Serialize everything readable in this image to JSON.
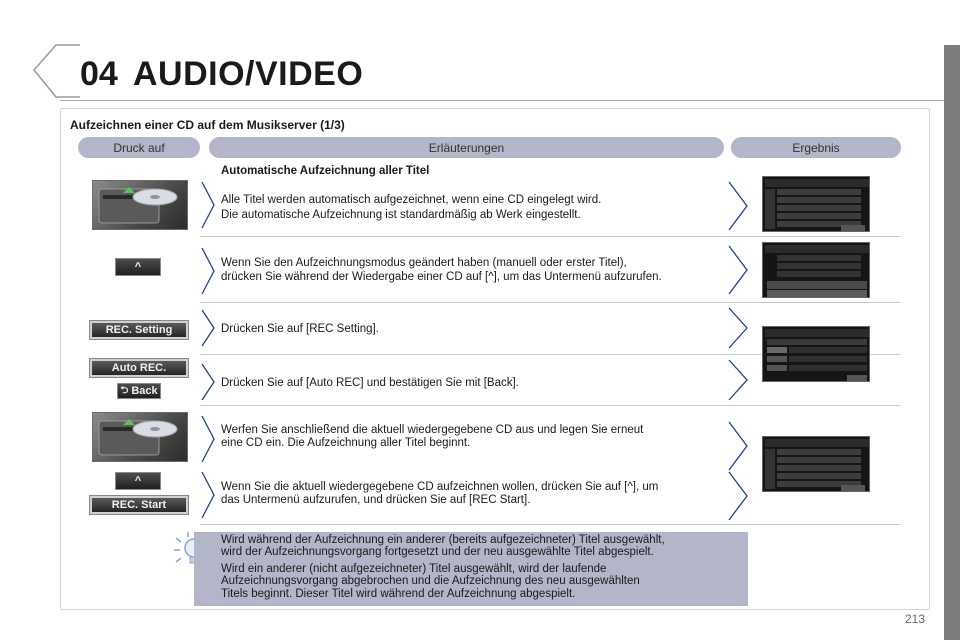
{
  "header": {
    "chapter": "04",
    "title": "AUDIO/VIDEO"
  },
  "subtitle": "Aufzeichnen einer CD auf dem Musikserver (1/3)",
  "columns": {
    "press": "Druck auf",
    "explanations": "Erläuterungen",
    "result": "Ergebnis"
  },
  "section_heading": "Automatische Aufzeichnung aller Titel",
  "rows": [
    {
      "lines": [
        "Alle Titel werden automatisch aufgezeichnet, wenn eine CD eingelegt wird.",
        "Die automatische Aufzeichnung ist standardmäßig ab Werk eingestellt."
      ]
    },
    {
      "lines": [
        "Wenn Sie den Aufzeichnungsmodus geändert haben (manuell oder erster Titel),",
        "drücken Sie während der Wiedergabe einer CD auf [^], um das Untermenü aufzurufen."
      ]
    },
    {
      "lines": [
        "Drücken Sie auf [REC Setting]."
      ]
    },
    {
      "lines": [
        "Drücken Sie auf [Auto REC] und bestätigen Sie mit [Back]."
      ]
    },
    {
      "lines": [
        "Werfen Sie anschließend die aktuell wiedergegebene CD aus und legen Sie erneut",
        "eine CD ein. Die Aufzeichnung aller Titel beginnt."
      ]
    },
    {
      "lines": [
        "Wenn Sie die aktuell wiedergegebene CD aufzeichnen wollen, drücken Sie auf [^], um",
        "das Untermenü aufzurufen, und drücken Sie auf [REC Start]."
      ]
    }
  ],
  "buttons": {
    "up_glyph": "^",
    "rec_setting": "REC. Setting",
    "auto_rec": "Auto REC.",
    "back": "Back",
    "back_glyph": "⮌",
    "rec_start": "REC. Start"
  },
  "tip": {
    "p1": [
      "Wird während der Aufzeichnung ein anderer (bereits aufgezeichneter) Titel ausgewählt,",
      "wird der Aufzeichnungsvorgang fortgesetzt und der neu ausgewählte Titel abgespielt."
    ],
    "p2": [
      "Wird ein anderer (nicht aufgezeichneter) Titel ausgewählt, wird der laufende",
      "Aufzeichnungsvorgang abgebrochen und die Aufzeichnung des neu ausgewählten",
      "Titels beginnt. Dieser Titel wird während der Aufzeichnung abgespielt."
    ]
  },
  "page_number": "213",
  "colors": {
    "pill": "#b3b6c9",
    "tip_bg": "#b3b6c9",
    "arrow": "#1f3f8f",
    "side_bar": "#7d7d7d"
  }
}
